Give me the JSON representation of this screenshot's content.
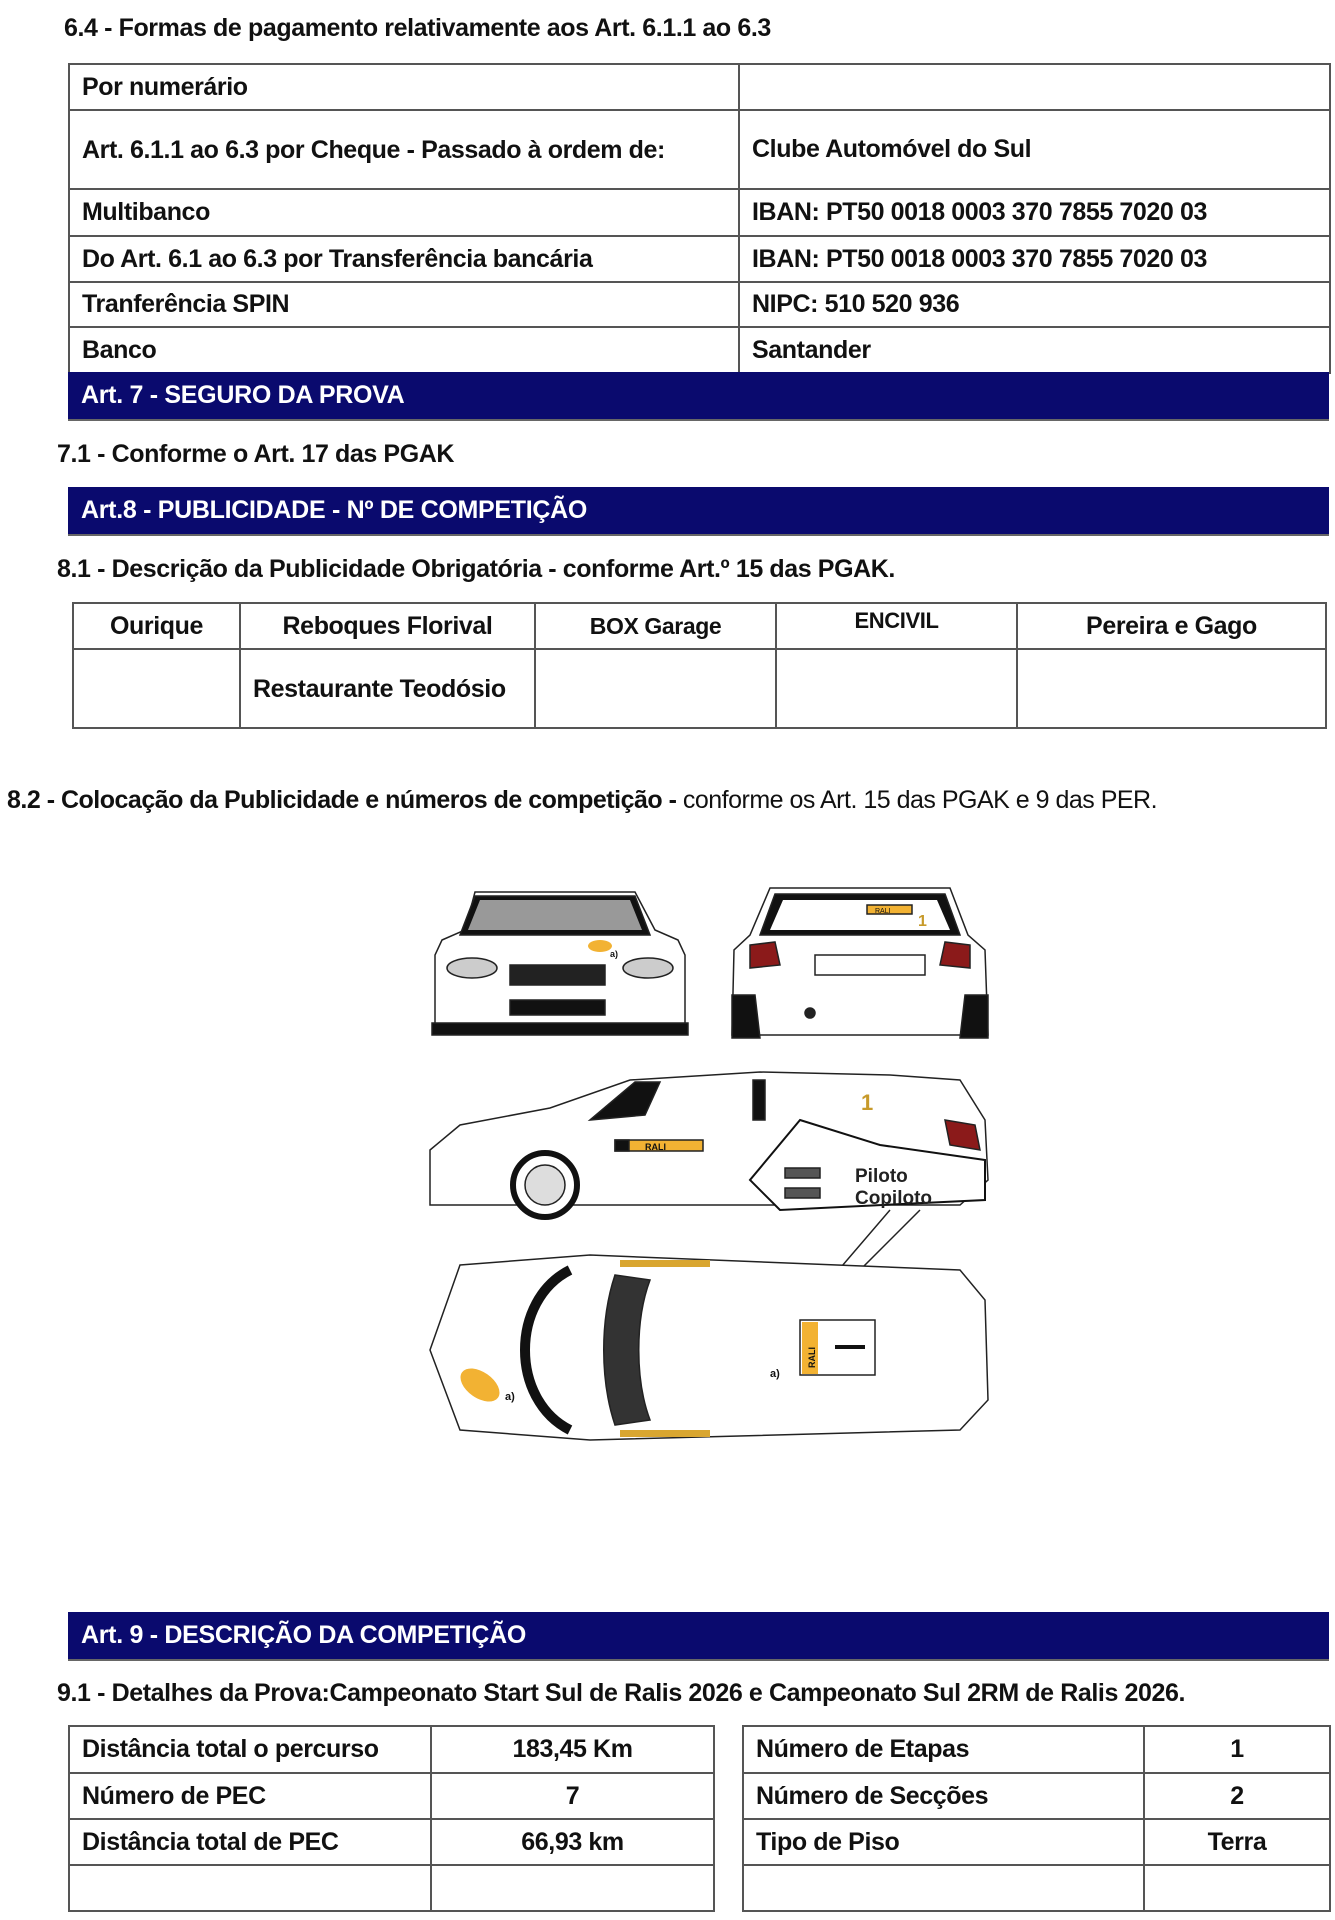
{
  "sec64": {
    "title": "6.4 - Formas de pagamento relativamente aos Art. 6.1.1 ao 6.3",
    "rows": [
      {
        "label": "Por numerário",
        "value": ""
      },
      {
        "label": "Art. 6.1.1 ao 6.3 por Cheque - Passado à ordem de:",
        "value": "Clube Automóvel do Sul"
      },
      {
        "label": "Multibanco",
        "value": "IBAN: PT50 0018 0003 370 7855 7020 03"
      },
      {
        "label": "Do Art. 6.1 ao 6.3 por Transferência bancária",
        "value": "IBAN: PT50 0018 0003 370 7855 7020 03"
      },
      {
        "label": "Tranferência SPIN",
        "value": "NIPC: 510 520 936"
      },
      {
        "label": "Banco",
        "value": "Santander"
      }
    ]
  },
  "art7": {
    "title": "Art. 7 - SEGURO DA PROVA",
    "s71": "7.1 - Conforme o Art. 17 das PGAK"
  },
  "art8": {
    "title": "Art.8 - PUBLICIDADE - Nº DE COMPETIÇÃO",
    "s81": "8.1 - Descrição da Publicidade Obrigatória - conforme Art.º 15 das PGAK.",
    "ads_row1": [
      "Ourique",
      "Reboques Florival",
      "BOX Garage",
      "ENCIVIL",
      "Pereira e Gago"
    ],
    "ads_row2": [
      "",
      "Restaurante Teodósio",
      "",
      "",
      ""
    ],
    "s82_bold": "8.2 - Colocação da Publicidade e números de competição -",
    "s82_rest": " conforme os Art. 15 das PGAK e 9 das PER.",
    "diagram": {
      "rali": "RALI",
      "number": "1",
      "piloto": "Piloto",
      "copiloto": "Copiloto",
      "a": "a)"
    }
  },
  "art9": {
    "title": "Art. 9 - DESCRIÇÃO DA COMPETIÇÃO",
    "s91": "9.1 - Detalhes da Prova:Campeonato Start Sul de Ralis 2026 e Campeonato Sul 2RM de Ralis 2026.",
    "left": [
      [
        "Distância total o percurso",
        "183,45 Km"
      ],
      [
        "Número de PEC",
        "7"
      ],
      [
        "Distância total de PEC",
        "66,93 km"
      ],
      [
        "",
        ""
      ]
    ],
    "right": [
      [
        "Número de Etapas",
        "1"
      ],
      [
        "Número de Secções",
        "2"
      ],
      [
        "Tipo de Piso",
        "Terra"
      ],
      [
        "",
        ""
      ]
    ]
  },
  "colors": {
    "header_bar": "#0a0a6e",
    "sticker": "#f2b233"
  }
}
